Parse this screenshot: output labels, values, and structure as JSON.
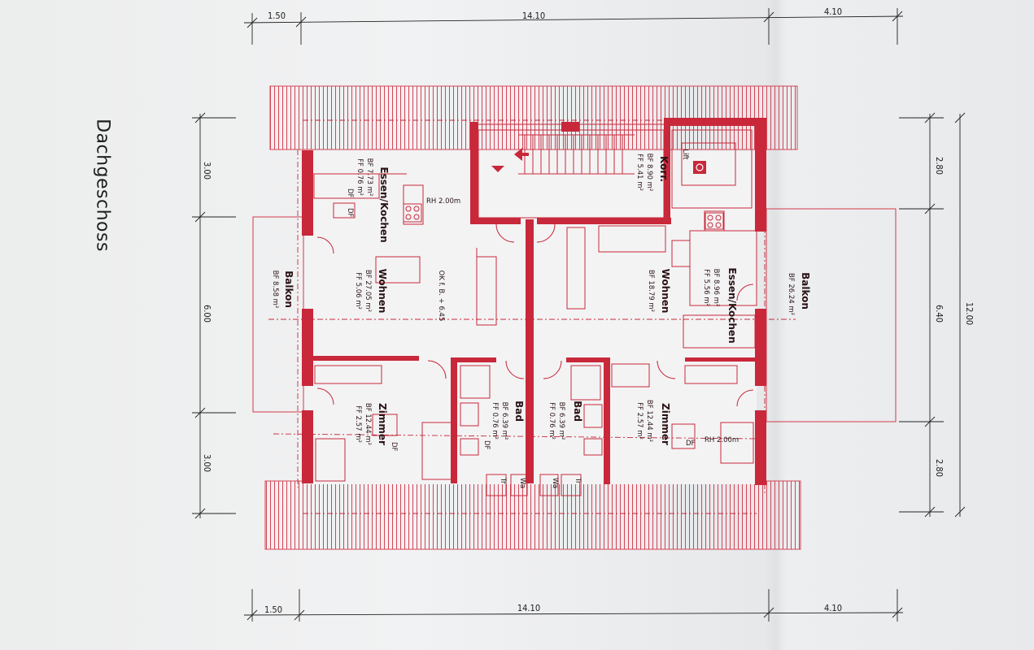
{
  "title": "Dachgeschoss",
  "colors": {
    "wall": "#c8283a",
    "line": "#d33a4a",
    "paper": "#eceded",
    "text": "#1b1b1b"
  },
  "dimensions": {
    "top": [
      "1.50",
      "14.10",
      "4.10"
    ],
    "bottom": [
      "1.50",
      "14.10",
      "4.10"
    ],
    "left": [
      "3.00",
      "6.00",
      "3.00"
    ],
    "right_inner": [
      "2.80",
      "6.40",
      "2.80"
    ],
    "right_outer": "12.00"
  },
  "rooms": {
    "essen_left": {
      "name": "Essen/Kochen",
      "bf": "BF 7.73 m²",
      "ff": "FF 0.76 m²"
    },
    "wohnen_left": {
      "name": "Wohnen",
      "bf": "BF 27.05 m²",
      "ff": "FF 5.06 m²"
    },
    "balkon_left": {
      "name": "Balkon",
      "bf": "BF 8.58 m²"
    },
    "zimmer_left": {
      "name": "Zimmer",
      "bf": "BF 12.44 m²",
      "ff": "FF 2.57 m²"
    },
    "bad_left": {
      "name": "Bad",
      "bf": "BF 6.39 m²",
      "ff": "FF 0.76 m²"
    },
    "korr": {
      "name": "Korr.",
      "bf": "BF 8.90 m²",
      "ff": "FF 5.41 m²"
    },
    "wohnen_right": {
      "name": "Wohnen",
      "bf": "BF 18.79 m²"
    },
    "essen_right": {
      "name": "Essen/Kochen",
      "bf": "BF 8.96 m²",
      "ff": "FF 5.56 m²"
    },
    "balkon_right": {
      "name": "Balkon",
      "bf": "BF 26.24 m²"
    },
    "bad_right": {
      "name": "Bad",
      "bf": "BF 6.39 m²",
      "ff": "FF 0.76 m²"
    },
    "zimmer_right": {
      "name": "Zimmer",
      "bf": "BF 12.44 m²",
      "ff": "FF 2.57 m²"
    }
  },
  "annotations": {
    "rh_left": "RH 2.00m",
    "rh_right": "RH 2.00m",
    "okfb": "OK f. B. + 6.45",
    "lift": "Lift",
    "df": "DF",
    "tr": "Tr",
    "wa": "Wa"
  },
  "icons": [
    "wheelchair-icon",
    "stair-arrow-icon"
  ]
}
